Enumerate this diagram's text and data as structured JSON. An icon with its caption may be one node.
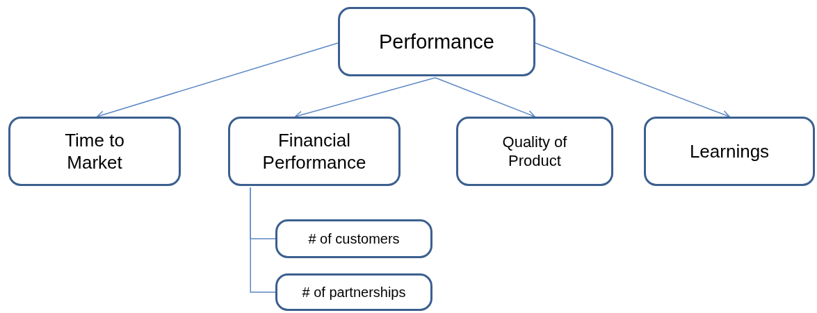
{
  "diagram": {
    "nodes": [
      {
        "text": [
          "Performance"
        ]
      },
      {
        "text": [
          "Time to Market"
        ]
      },
      {
        "text": [
          "Financial Performance"
        ]
      },
      {
        "text": [
          "Quality of Product"
        ]
      },
      {
        "text": [
          "Learnings"
        ]
      },
      {
        "text": [
          "# of customers"
        ]
      },
      {
        "text": [
          "# of partnerships"
        ]
      }
    ],
    "edges": [
      {
        "from": 0,
        "to": 1,
        "arrow": "to"
      },
      {
        "from": 0,
        "to": 2,
        "arrow": "to"
      },
      {
        "from": 0,
        "to": 3,
        "arrow": "to"
      },
      {
        "from": 0,
        "to": 4,
        "arrow": "to"
      },
      {
        "from": 2,
        "to": 5,
        "arrow": "none"
      },
      {
        "from": 2,
        "to": 6,
        "arrow": "none"
      }
    ]
  }
}
